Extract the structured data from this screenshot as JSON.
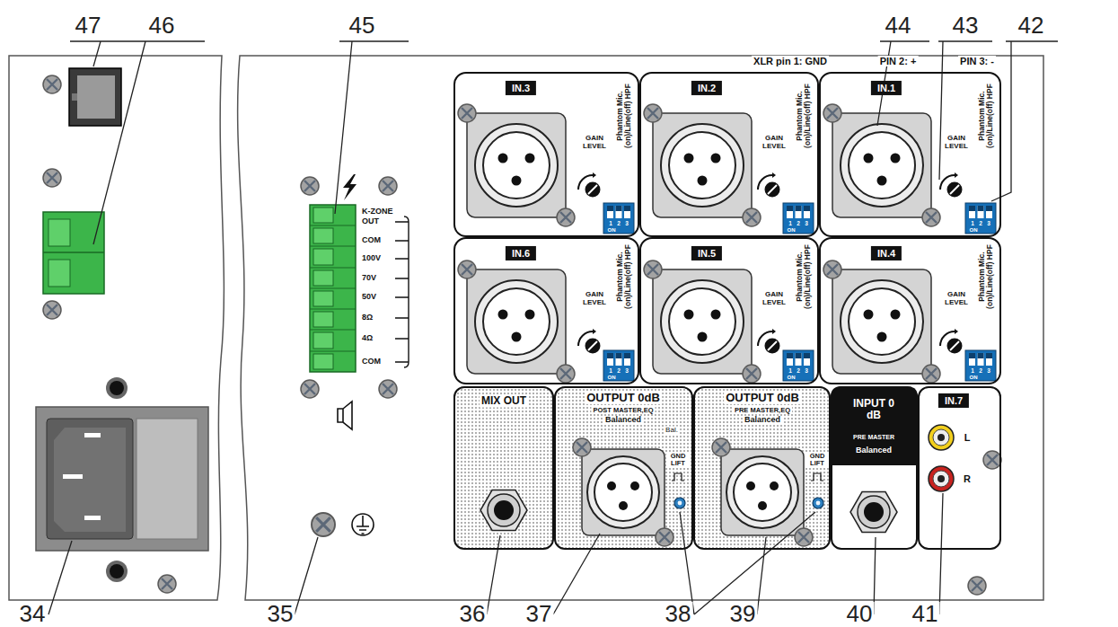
{
  "diagram": {
    "nodes": [
      {
        "text": [
          "IN.3",
          "GAIN LEVEL",
          "Phantom Mic.(on)/Line(off) HPF",
          "1",
          "2",
          "3",
          "ON"
        ]
      },
      {
        "text": [
          "IN.2",
          "GAIN LEVEL",
          "Phantom Mic.(on)/Line(off) HPF",
          "1",
          "2",
          "3",
          "ON"
        ]
      },
      {
        "text": [
          "IN.1",
          "GAIN LEVEL",
          "Phantom Mic.(on)/Line(off) HPF",
          "1",
          "2",
          "3",
          "ON"
        ]
      },
      {
        "text": [
          "IN.6",
          "GAIN LEVEL",
          "Phantom Mic.(on)/Line(off) HPF",
          "1",
          "2",
          "3",
          "ON"
        ]
      },
      {
        "text": [
          "IN.5",
          "GAIN LEVEL",
          "Phantom Mic.(on)/Line(off) HPF",
          "1",
          "2",
          "3",
          "ON"
        ]
      },
      {
        "text": [
          "IN.4",
          "GAIN LEVEL",
          "Phantom Mic.(on)/Line(off) HPF",
          "1",
          "2",
          "3",
          "ON"
        ]
      },
      {
        "text": [
          "MIX OUT"
        ]
      },
      {
        "text": [
          "OUTPUT 0dB",
          "POST MASTER,EQ",
          "Balanced",
          "Bal.",
          "GND LIFT"
        ]
      },
      {
        "text": [
          "OUTPUT 0dB",
          "PRE MASTER,EQ",
          "Balanced",
          "GND LIFT"
        ]
      },
      {
        "text": [
          "INPUT 0 dB",
          "PRE MASTER",
          "Balanced"
        ]
      },
      {
        "text": [
          "IN.7",
          "L",
          "R"
        ]
      }
    ],
    "labels": [
      "47",
      "46",
      "45",
      "44",
      "43",
      "42",
      "XLR pin 1: GND",
      "PIN 2: +",
      "PIN 3: -",
      "K-ZONE",
      "OUT",
      "COM",
      "100V",
      "70V",
      "50V",
      "8Ω",
      "4Ω",
      "COM",
      "34",
      "35",
      "36",
      "37",
      "38",
      "39",
      "40",
      "41"
    ]
  }
}
